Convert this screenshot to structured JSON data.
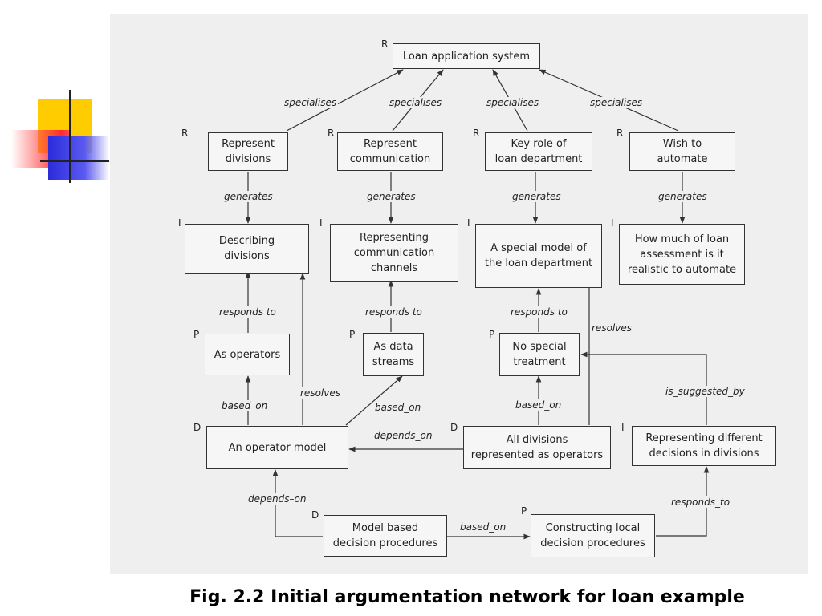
{
  "caption": "Fig. 2.2 Initial argumentation network for loan example",
  "nodes": {
    "root": {
      "tag": "R",
      "text": "Loan application system"
    },
    "r1": {
      "tag": "R",
      "text": "Represent\ndivisions"
    },
    "r2": {
      "tag": "R",
      "text": "Represent\ncommunication"
    },
    "r3": {
      "tag": "R",
      "text": "Key role of\nloan department"
    },
    "r4": {
      "tag": "R",
      "text": "Wish to\nautomate"
    },
    "i1": {
      "tag": "I",
      "text": "Describing\ndivisions"
    },
    "i2": {
      "tag": "I",
      "text": "Representing\ncommunication\nchannels"
    },
    "i3": {
      "tag": "I",
      "text": "A special model of\nthe loan department"
    },
    "i4": {
      "tag": "I",
      "text": "How much of loan\nassessment is it\nrealistic to automate"
    },
    "p1": {
      "tag": "P",
      "text": "As operators"
    },
    "p2": {
      "tag": "P",
      "text": "As data\nstreams"
    },
    "p3": {
      "tag": "P",
      "text": "No special\ntreatment"
    },
    "d1": {
      "tag": "D",
      "text": "An operator model"
    },
    "d2": {
      "tag": "D",
      "text": "All divisions\nrepresented as operators"
    },
    "i5": {
      "tag": "I",
      "text": "Representing different\ndecisions in divisions"
    },
    "d3": {
      "tag": "D",
      "text": "Model based\ndecision procedures"
    },
    "p4": {
      "tag": "P",
      "text": "Constructing local\ndecision procedures"
    }
  },
  "labels": {
    "spec1": "specialises",
    "spec2": "specialises",
    "spec3": "specialises",
    "spec4": "specialises",
    "gen1": "generates",
    "gen2": "generates",
    "gen3": "generates",
    "gen4": "generates",
    "resp1": "responds to",
    "resp2": "responds to",
    "resp3": "responds to",
    "resolves1": "resolves",
    "resolves2": "resolves",
    "based1": "based_on",
    "based2": "based_on",
    "based3": "based_on",
    "based4": "based_on",
    "depends1": "depends_on",
    "depends2": "depends–on",
    "suggested": "is_suggested_by",
    "responds_to": "responds_to"
  }
}
